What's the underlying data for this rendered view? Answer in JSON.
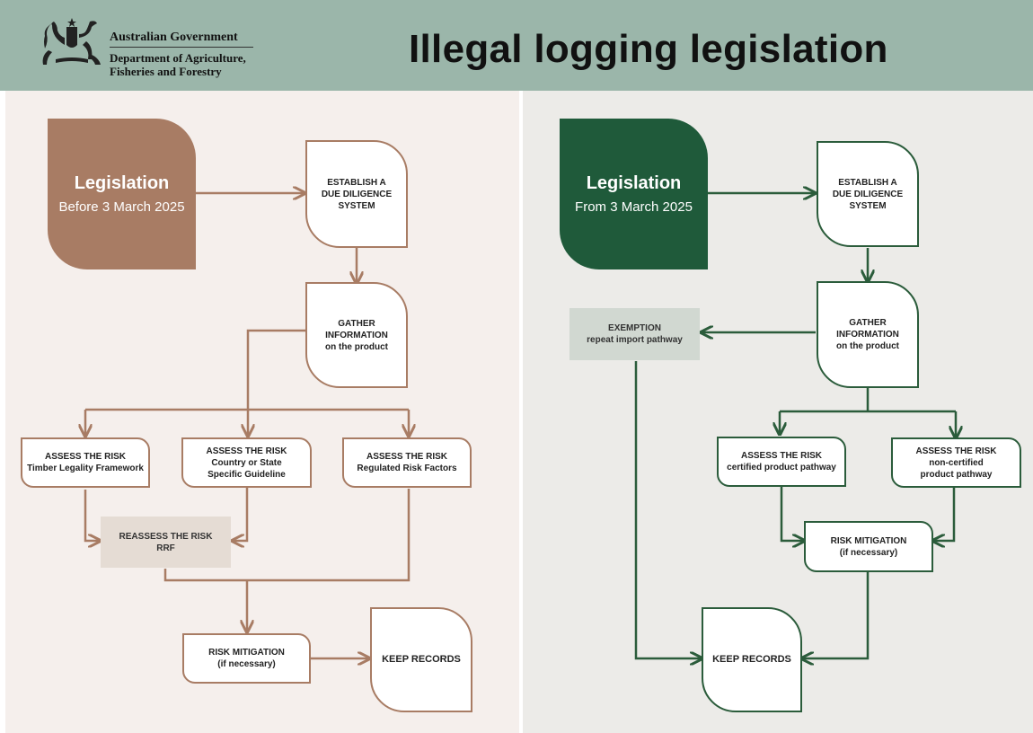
{
  "header": {
    "agency_line1": "Australian Government",
    "agency_line2": "Department of Agriculture,",
    "agency_line3": "Fisheries and Forestry",
    "title": "Illegal logging legislation"
  },
  "colors": {
    "header_bg": "#9bb6aa",
    "left_accent": "#a87c64",
    "right_accent": "#1f5a3a",
    "left_panel_bg": "#f5efec",
    "right_panel_bg": "#ecebe8"
  },
  "left": {
    "legislation_title": "Legislation",
    "legislation_subtitle": "Before 3 March 2025",
    "establish": [
      "ESTABLISH A",
      "DUE DILIGENCE",
      "SYSTEM"
    ],
    "gather": [
      "GATHER",
      "INFORMATION",
      "on the product"
    ],
    "assess1": [
      "ASSESS THE RISK",
      "Timber Legality Framework"
    ],
    "assess2": [
      "ASSESS THE RISK",
      "Country or State",
      "Specific Guideline"
    ],
    "assess3": [
      "ASSESS THE RISK",
      "Regulated Risk Factors"
    ],
    "reassess": [
      "REASSESS THE RISK",
      "RRF"
    ],
    "mitigation": [
      "RISK MITIGATION",
      "(if necessary)"
    ],
    "keep": "KEEP RECORDS"
  },
  "right": {
    "legislation_title": "Legislation",
    "legislation_subtitle": "From 3 March 2025",
    "establish": [
      "ESTABLISH A",
      "DUE DILIGENCE",
      "SYSTEM"
    ],
    "gather": [
      "GATHER",
      "INFORMATION",
      "on the product"
    ],
    "exemption": [
      "EXEMPTION",
      "repeat import pathway"
    ],
    "assess1": [
      "ASSESS THE RISK",
      "certified product pathway"
    ],
    "assess2": [
      "ASSESS THE RISK",
      "non-certified",
      "product pathway"
    ],
    "mitigation": [
      "RISK MITIGATION",
      "(if necessary)"
    ],
    "keep": "KEEP RECORDS"
  }
}
